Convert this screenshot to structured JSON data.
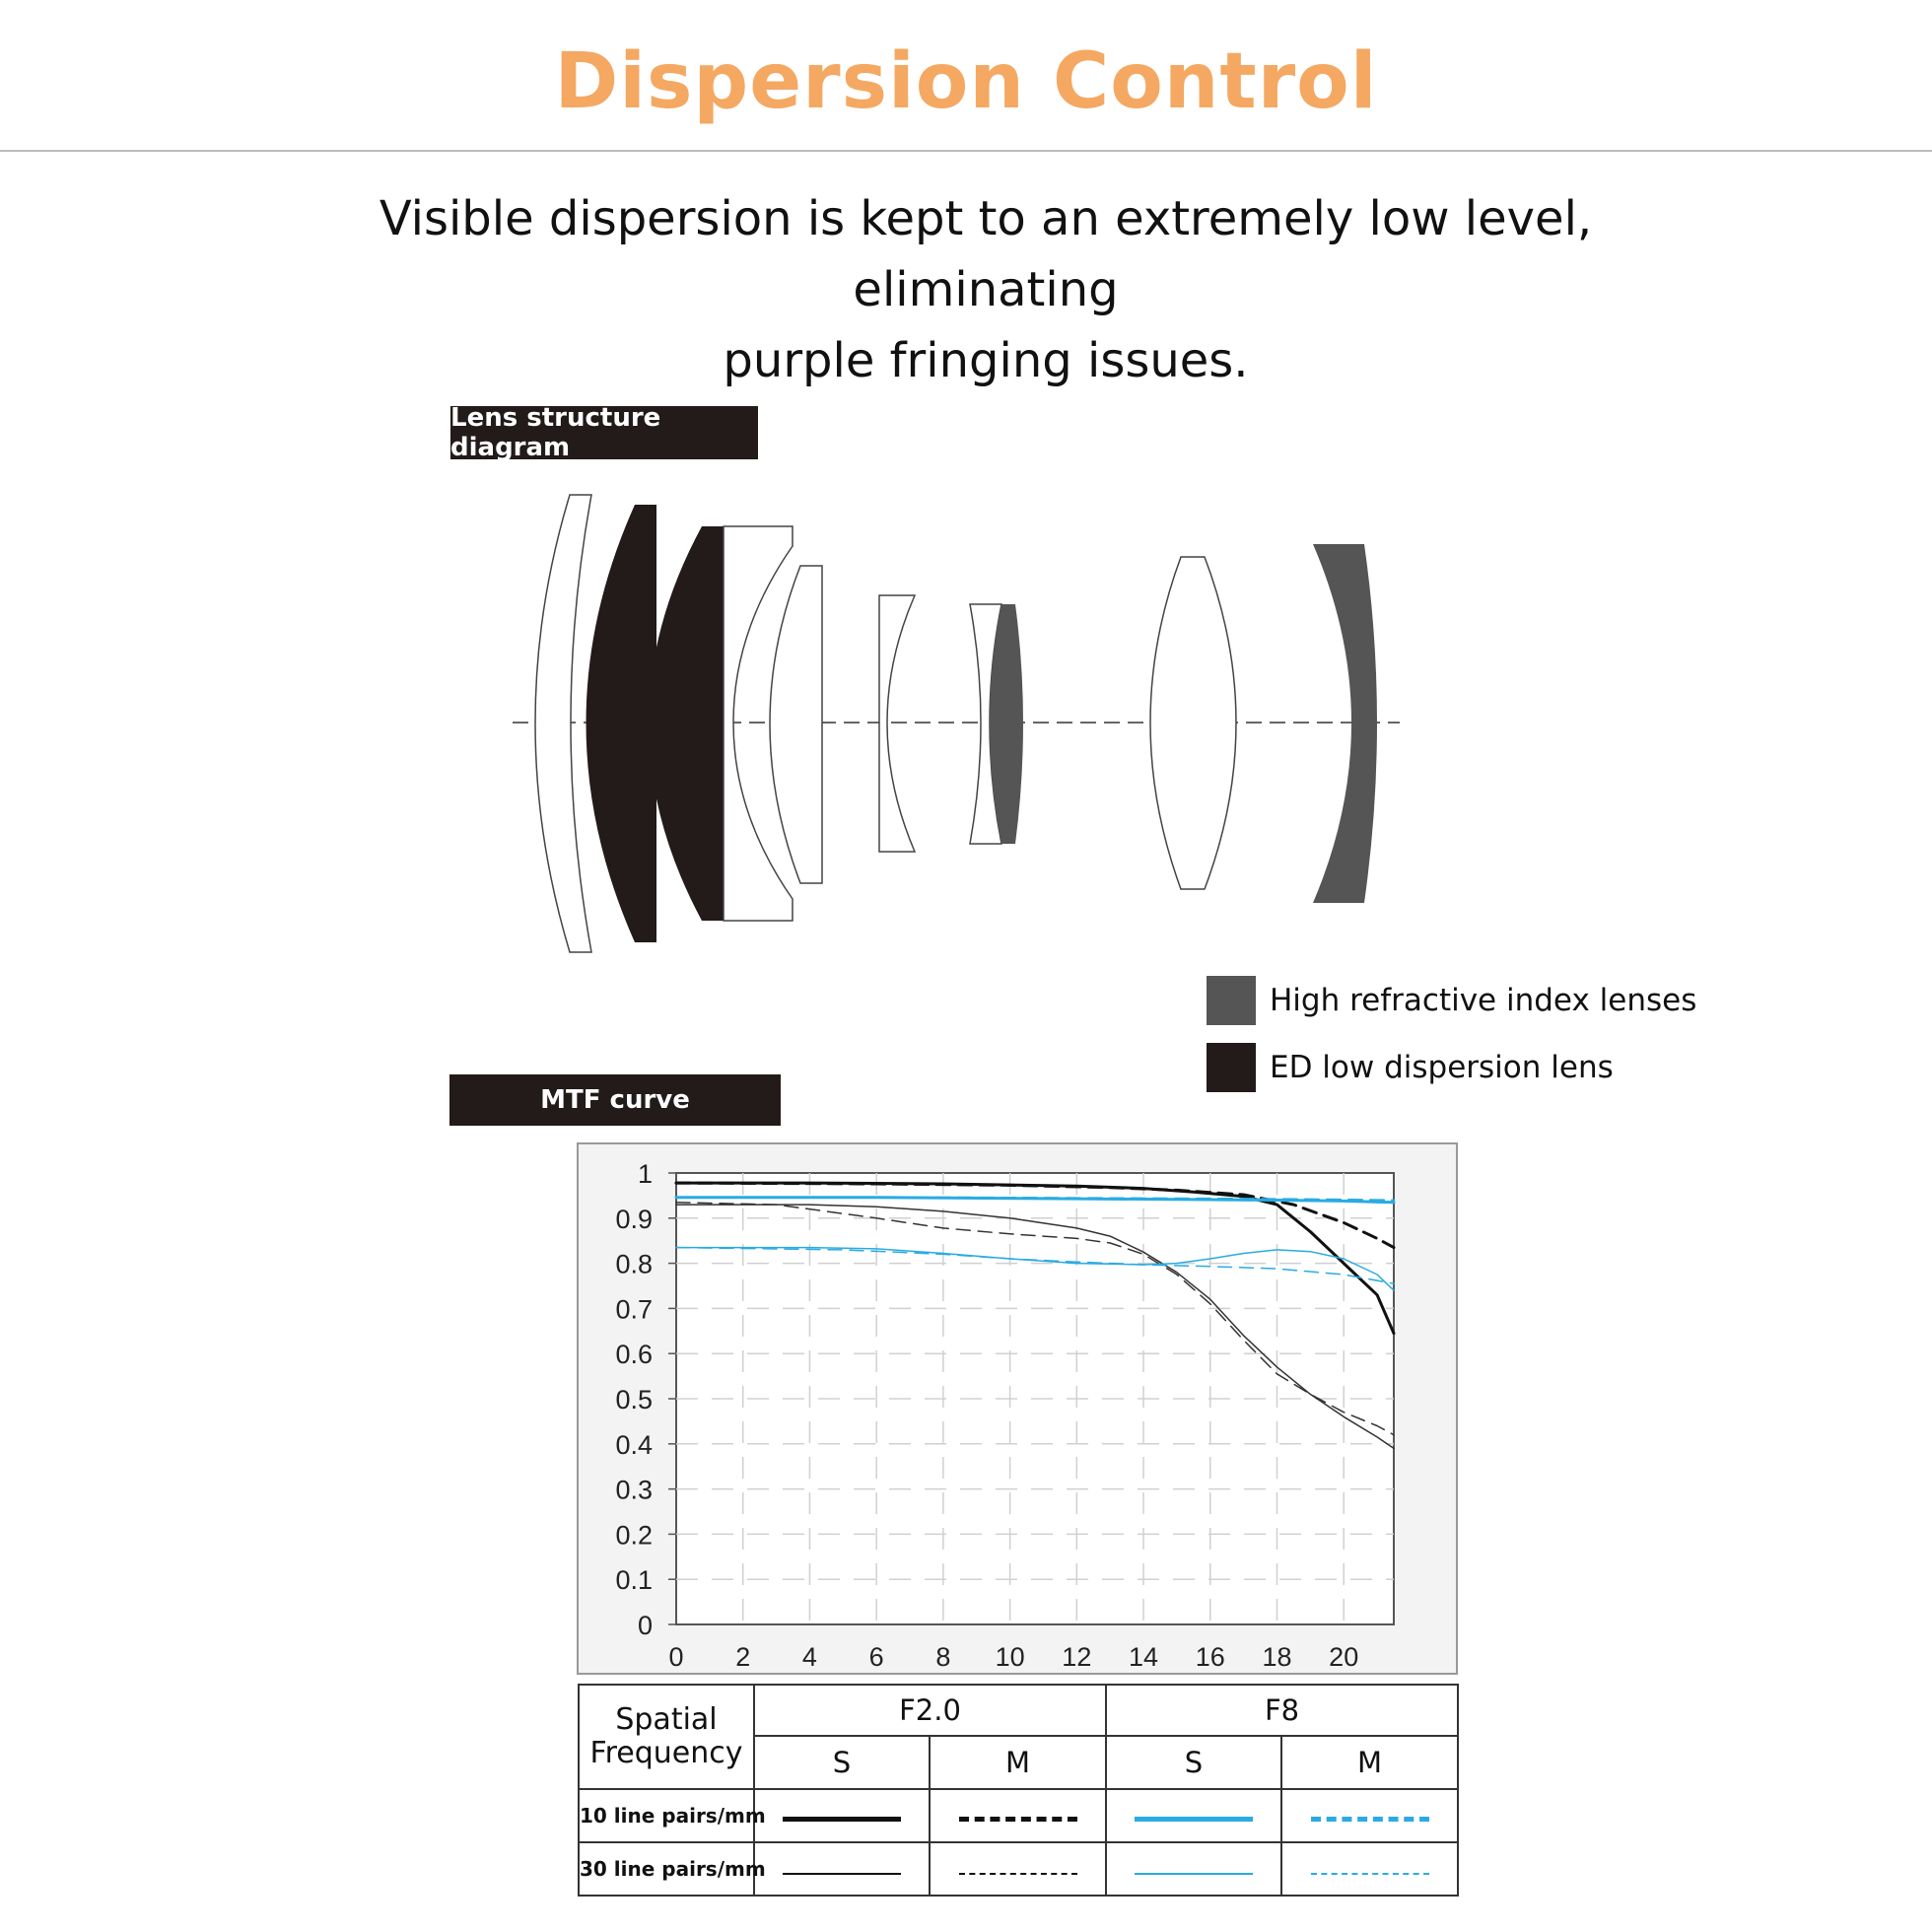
{
  "header": {
    "title": "Dispersion Control",
    "title_color": "#f4a862",
    "subtitle_line1": "Visible dispersion is kept to an extremely low level, eliminating",
    "subtitle_line2": "purple fringing issues."
  },
  "lens_diagram": {
    "label": "Lens structure diagram",
    "legend": [
      {
        "label": "High refractive index lenses",
        "color": "#555555"
      },
      {
        "label": "ED low dispersion lens",
        "color": "#231a1a"
      }
    ]
  },
  "mtf_section": {
    "label": "MTF curve"
  },
  "chart_data": {
    "type": "line",
    "title": "MTF curve",
    "xlabel": "",
    "ylabel": "",
    "xlim": [
      0,
      21.5
    ],
    "ylim": [
      0,
      1
    ],
    "x_ticks": [
      0,
      2,
      4,
      6,
      8,
      10,
      12,
      14,
      16,
      18,
      20
    ],
    "y_ticks": [
      0,
      0.1,
      0.2,
      0.3,
      0.4,
      0.5,
      0.6,
      0.7,
      0.8,
      0.9,
      1
    ],
    "y_tick_labels": [
      "0",
      "0.1",
      "0.2",
      "0.3",
      "0.4",
      "0.5",
      "0.6",
      "0.7",
      "0.8",
      "0.9",
      "1"
    ],
    "grid": true,
    "series": [
      {
        "name": "F2.0 S 10 line pairs/mm",
        "color": "#111111",
        "dash": "solid",
        "width": 3,
        "points": [
          [
            0,
            0.978
          ],
          [
            4,
            0.978
          ],
          [
            8,
            0.976
          ],
          [
            12,
            0.971
          ],
          [
            14,
            0.966
          ],
          [
            15.5,
            0.958
          ],
          [
            17,
            0.948
          ],
          [
            18,
            0.93
          ],
          [
            19,
            0.87
          ],
          [
            20,
            0.8
          ],
          [
            21,
            0.73
          ],
          [
            21.5,
            0.645
          ]
        ]
      },
      {
        "name": "F2.0 M 10 line pairs/mm",
        "color": "#111111",
        "dash": "dashed",
        "width": 3,
        "points": [
          [
            0,
            0.978
          ],
          [
            6,
            0.976
          ],
          [
            10,
            0.973
          ],
          [
            13,
            0.968
          ],
          [
            15,
            0.962
          ],
          [
            17,
            0.952
          ],
          [
            18.5,
            0.93
          ],
          [
            20,
            0.89
          ],
          [
            21,
            0.855
          ],
          [
            21.5,
            0.835
          ]
        ]
      },
      {
        "name": "F2.0 S 30 line pairs/mm",
        "color": "#333333",
        "dash": "solid",
        "width": 1.5,
        "points": [
          [
            0,
            0.93
          ],
          [
            4,
            0.93
          ],
          [
            6,
            0.925
          ],
          [
            8,
            0.915
          ],
          [
            10,
            0.9
          ],
          [
            12,
            0.878
          ],
          [
            13,
            0.86
          ],
          [
            14,
            0.825
          ],
          [
            15,
            0.78
          ],
          [
            16,
            0.72
          ],
          [
            17,
            0.64
          ],
          [
            18,
            0.57
          ],
          [
            19,
            0.51
          ],
          [
            20,
            0.46
          ],
          [
            21,
            0.415
          ],
          [
            21.5,
            0.39
          ]
        ]
      },
      {
        "name": "F2.0 M 30 line pairs/mm",
        "color": "#333333",
        "dash": "dashed",
        "width": 1.5,
        "points": [
          [
            0,
            0.935
          ],
          [
            3,
            0.93
          ],
          [
            6,
            0.9
          ],
          [
            8,
            0.878
          ],
          [
            10,
            0.865
          ],
          [
            12,
            0.855
          ],
          [
            13,
            0.845
          ],
          [
            14,
            0.82
          ],
          [
            15,
            0.775
          ],
          [
            16,
            0.71
          ],
          [
            17,
            0.63
          ],
          [
            18,
            0.555
          ],
          [
            19,
            0.51
          ],
          [
            20,
            0.47
          ],
          [
            21,
            0.44
          ],
          [
            21.5,
            0.42
          ]
        ]
      },
      {
        "name": "F8 S 10 line pairs/mm",
        "color": "#29abe2",
        "dash": "solid",
        "width": 3,
        "points": [
          [
            0,
            0.946
          ],
          [
            6,
            0.946
          ],
          [
            12,
            0.943
          ],
          [
            16,
            0.941
          ],
          [
            18,
            0.94
          ],
          [
            20,
            0.938
          ],
          [
            21.5,
            0.935
          ]
        ]
      },
      {
        "name": "F8 M 10 line pairs/mm",
        "color": "#29abe2",
        "dash": "dashed",
        "width": 2,
        "points": [
          [
            0,
            0.946
          ],
          [
            8,
            0.946
          ],
          [
            14,
            0.944
          ],
          [
            17,
            0.943
          ],
          [
            19,
            0.942
          ],
          [
            21.5,
            0.94
          ]
        ]
      },
      {
        "name": "F8 S 30 line pairs/mm",
        "color": "#29abe2",
        "dash": "solid",
        "width": 1.5,
        "points": [
          [
            0,
            0.835
          ],
          [
            4,
            0.835
          ],
          [
            6,
            0.832
          ],
          [
            8,
            0.822
          ],
          [
            10,
            0.81
          ],
          [
            12,
            0.8
          ],
          [
            14,
            0.797
          ],
          [
            15,
            0.8
          ],
          [
            16,
            0.81
          ],
          [
            17,
            0.822
          ],
          [
            18,
            0.83
          ],
          [
            19,
            0.826
          ],
          [
            20,
            0.81
          ],
          [
            21,
            0.775
          ],
          [
            21.5,
            0.74
          ]
        ]
      },
      {
        "name": "F8 M 30 line pairs/mm",
        "color": "#29abe2",
        "dash": "dashed",
        "width": 1.5,
        "points": [
          [
            0,
            0.835
          ],
          [
            5,
            0.83
          ],
          [
            8,
            0.82
          ],
          [
            10,
            0.81
          ],
          [
            12,
            0.803
          ],
          [
            14,
            0.797
          ],
          [
            16,
            0.793
          ],
          [
            18,
            0.788
          ],
          [
            20,
            0.775
          ],
          [
            21.5,
            0.755
          ]
        ]
      }
    ]
  },
  "key_table": {
    "spatial_line1": "Spatial",
    "spatial_line2": "Frequency",
    "aperture_1": "F2.0",
    "aperture_2": "F8",
    "col_s": "S",
    "col_m": "M",
    "row_10": "10 line pairs/mm",
    "row_30": "30 line pairs/mm"
  }
}
